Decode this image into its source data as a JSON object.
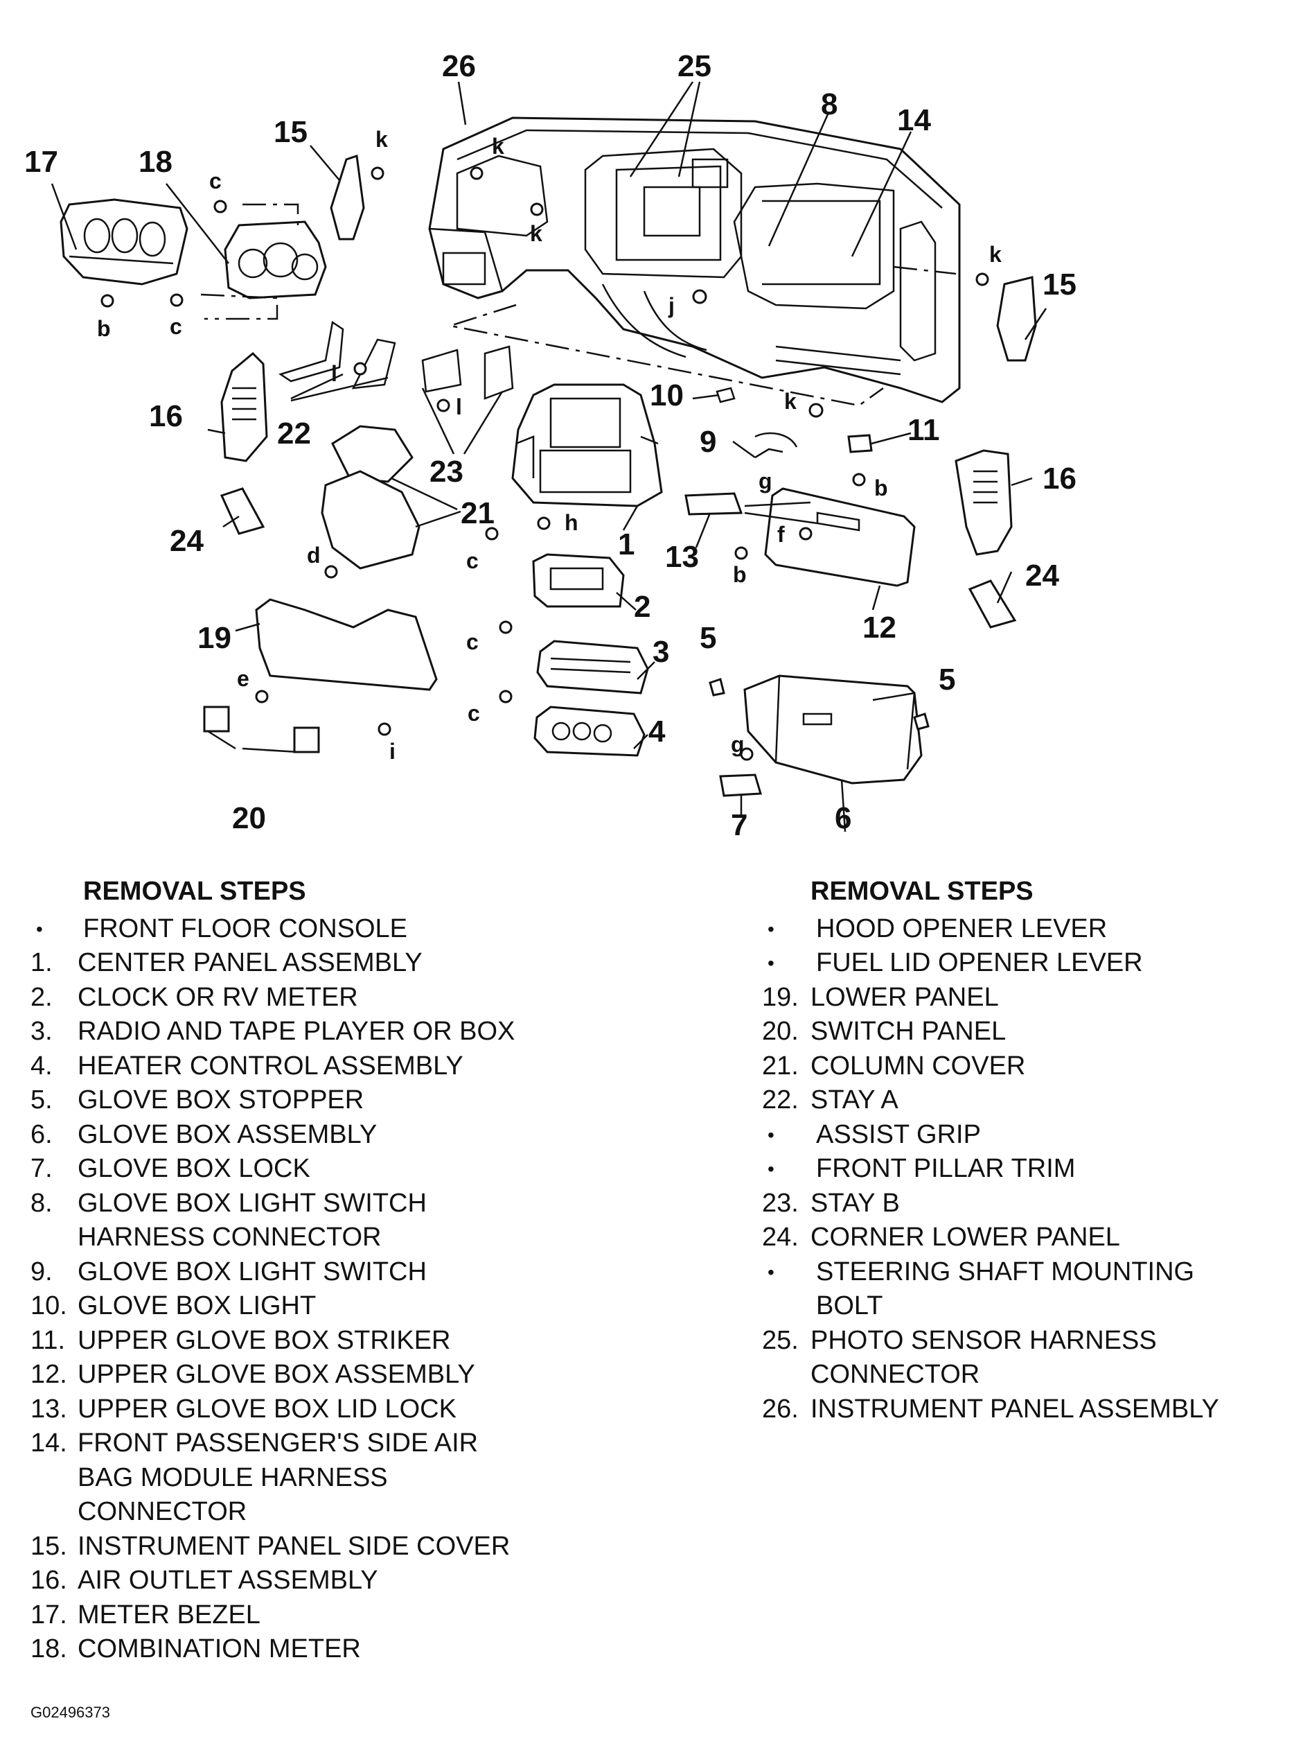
{
  "callouts": {
    "n1": "1",
    "n2": "2",
    "n3": "3",
    "n4": "4",
    "n5a": "5",
    "n5b": "5",
    "n6": "6",
    "n7": "7",
    "n8": "8",
    "n9": "9",
    "n10": "10",
    "n11": "11",
    "n12": "12",
    "n13": "13",
    "n14": "14",
    "n15a": "15",
    "n15b": "15",
    "n16a": "16",
    "n16b": "16",
    "n17": "17",
    "n18": "18",
    "n19": "19",
    "n20": "20",
    "n21": "21",
    "n22": "22",
    "n23": "23",
    "n24a": "24",
    "n24b": "24",
    "n25": "25",
    "n26": "26",
    "b1": "b",
    "b2": "b",
    "b3": "b",
    "c1": "c",
    "c2": "c",
    "c3": "c",
    "c4": "c",
    "c5": "c",
    "d": "d",
    "e": "e",
    "f": "f",
    "g1": "g",
    "g2": "g",
    "h": "h",
    "i": "i",
    "j": "j",
    "k1": "k",
    "k2": "k",
    "k3": "k",
    "k4": "k",
    "k5": "k",
    "l1": "l",
    "l2": "l"
  },
  "removal_left": {
    "heading": "REMOVAL STEPS",
    "steps": [
      {
        "marker": "•",
        "text": "FRONT FLOOR CONSOLE"
      },
      {
        "marker": "1.",
        "text": "CENTER PANEL ASSEMBLY"
      },
      {
        "marker": "2.",
        "text": "CLOCK OR RV METER"
      },
      {
        "marker": "3.",
        "text": "RADIO AND TAPE PLAYER OR BOX"
      },
      {
        "marker": "4.",
        "text": "HEATER CONTROL ASSEMBLY"
      },
      {
        "marker": "5.",
        "text": "GLOVE BOX STOPPER"
      },
      {
        "marker": "6.",
        "text": "GLOVE BOX ASSEMBLY"
      },
      {
        "marker": "7.",
        "text": "GLOVE BOX LOCK"
      },
      {
        "marker": "8.",
        "text": "GLOVE BOX LIGHT SWITCH\nHARNESS CONNECTOR"
      },
      {
        "marker": "9.",
        "text": "GLOVE BOX LIGHT SWITCH"
      },
      {
        "marker": "10.",
        "text": "GLOVE BOX LIGHT"
      },
      {
        "marker": "11.",
        "text": "UPPER GLOVE BOX STRIKER"
      },
      {
        "marker": "12.",
        "text": "UPPER GLOVE BOX ASSEMBLY"
      },
      {
        "marker": "13.",
        "text": "UPPER GLOVE BOX LID LOCK"
      },
      {
        "marker": "14.",
        "text": "FRONT PASSENGER'S SIDE AIR\nBAG MODULE HARNESS\nCONNECTOR"
      },
      {
        "marker": "15.",
        "text": "INSTRUMENT PANEL SIDE COVER"
      },
      {
        "marker": "16.",
        "text": "AIR OUTLET ASSEMBLY"
      },
      {
        "marker": "17.",
        "text": "METER BEZEL"
      },
      {
        "marker": "18.",
        "text": "COMBINATION METER"
      }
    ]
  },
  "removal_right": {
    "heading": "REMOVAL STEPS",
    "steps": [
      {
        "marker": "•",
        "text": "HOOD OPENER LEVER"
      },
      {
        "marker": "•",
        "text": "FUEL LID OPENER LEVER"
      },
      {
        "marker": "19.",
        "text": "LOWER PANEL"
      },
      {
        "marker": "20.",
        "text": "SWITCH PANEL"
      },
      {
        "marker": "21.",
        "text": "COLUMN COVER"
      },
      {
        "marker": "22.",
        "text": "STAY A"
      },
      {
        "marker": "•",
        "text": "ASSIST GRIP"
      },
      {
        "marker": "•",
        "text": "FRONT PILLAR TRIM"
      },
      {
        "marker": "23.",
        "text": "STAY B"
      },
      {
        "marker": "24.",
        "text": "CORNER LOWER PANEL"
      },
      {
        "marker": "•",
        "text": "STEERING SHAFT MOUNTING\nBOLT"
      },
      {
        "marker": "25.",
        "text": "PHOTO SENSOR HARNESS\nCONNECTOR"
      },
      {
        "marker": "26.",
        "text": "INSTRUMENT PANEL ASSEMBLY"
      }
    ]
  },
  "figure_id": "G02496373"
}
